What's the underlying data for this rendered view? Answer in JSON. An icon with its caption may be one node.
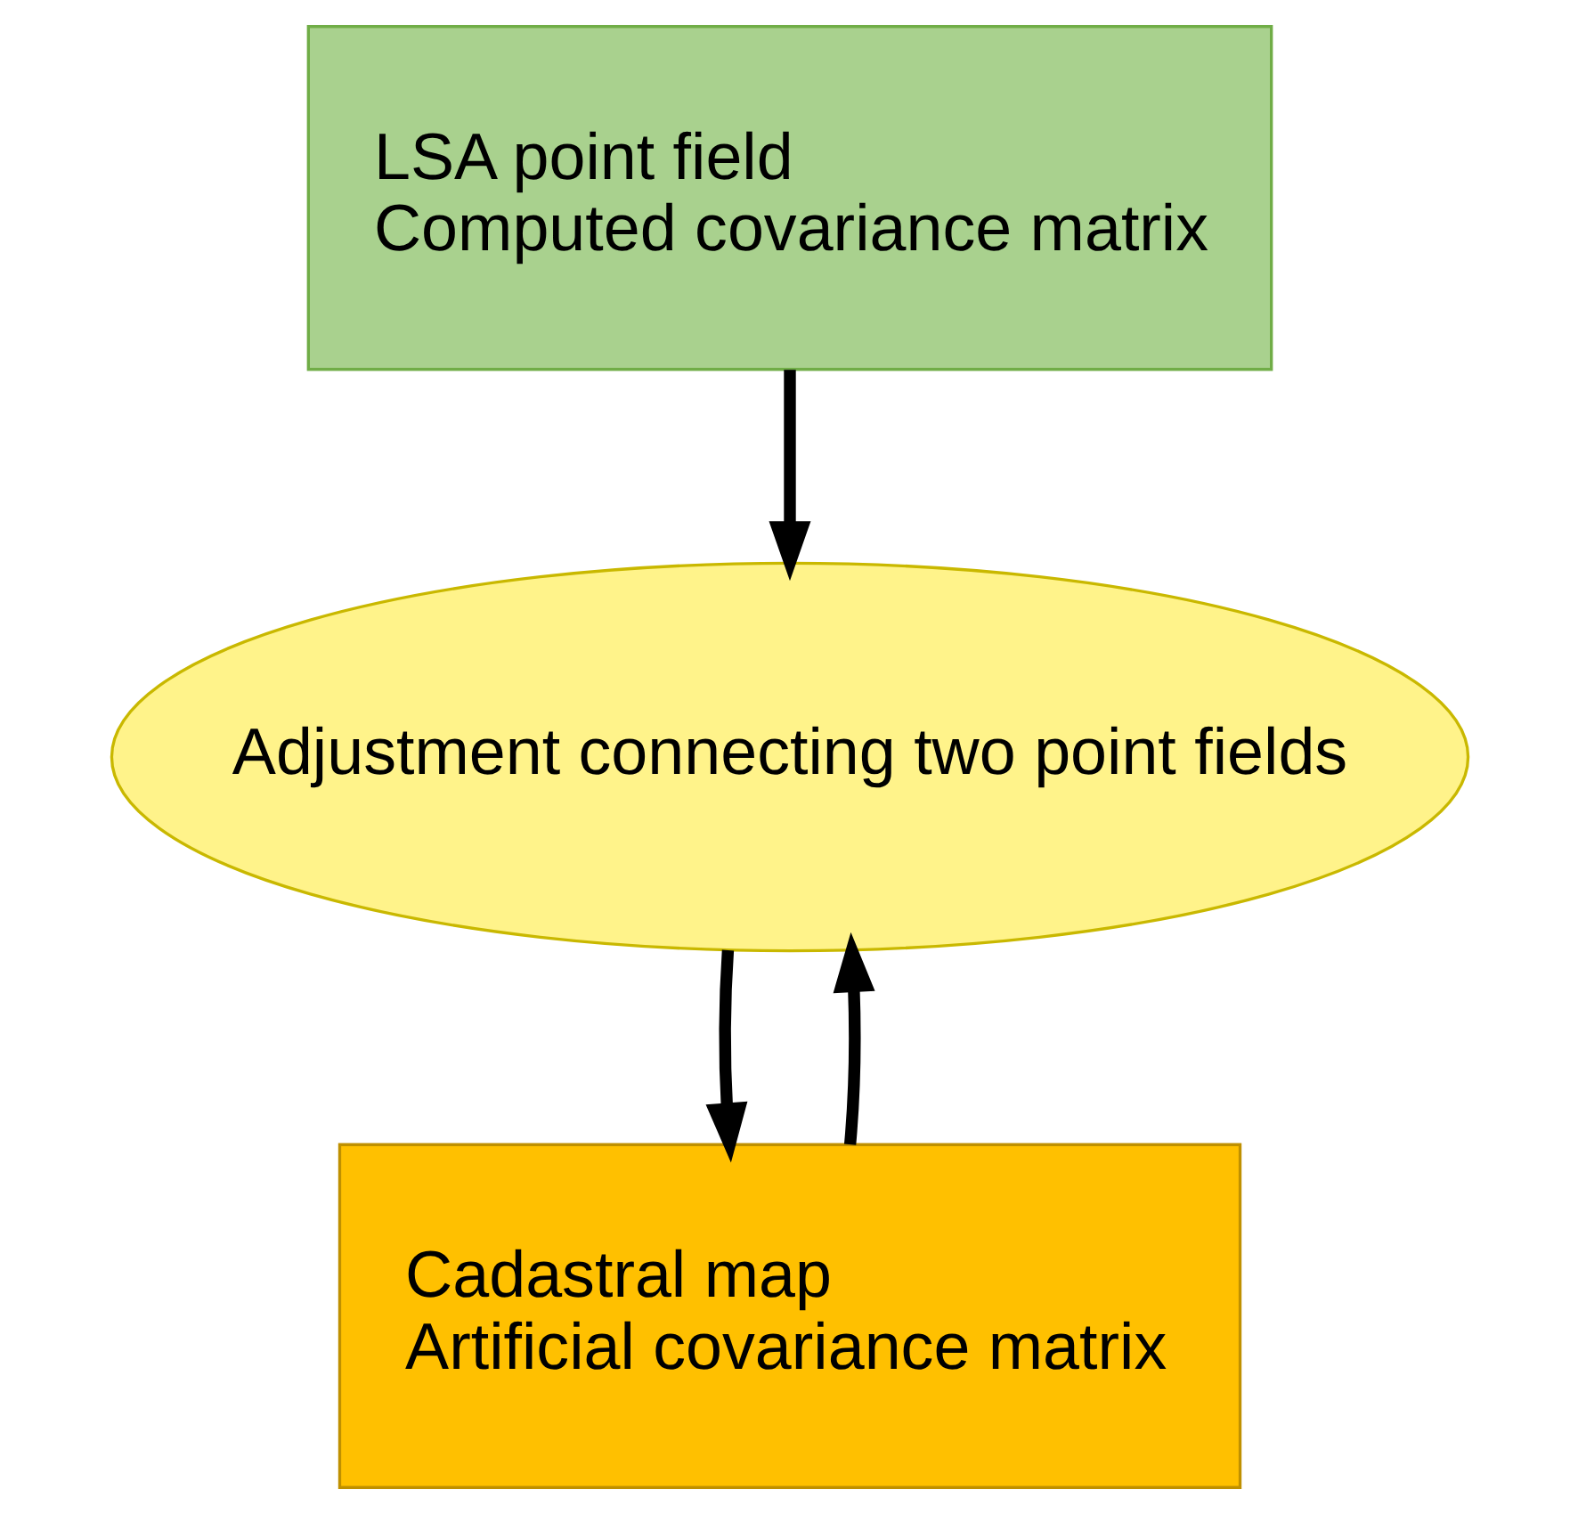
{
  "diagram": {
    "nodes": [
      {
        "text": [
          "LSA point field",
          "Computed covariance matrix"
        ]
      },
      {
        "text": [
          "Adjustment connecting two point fields"
        ]
      },
      {
        "text": [
          "Cadastral map",
          "Artificial covariance matrix"
        ]
      }
    ],
    "edges": [
      {
        "from": 0,
        "to": 1,
        "arrow": "to"
      },
      {
        "from": 2,
        "to": 1,
        "arrow": "to"
      },
      {
        "from": 1,
        "to": 2,
        "arrow": "to"
      }
    ]
  }
}
